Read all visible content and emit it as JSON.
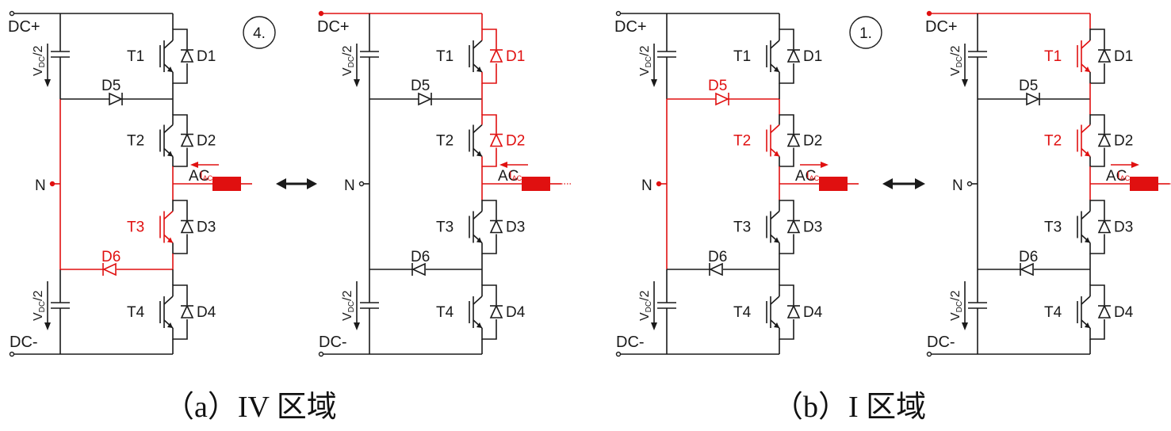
{
  "colors": {
    "normal": "#1a1a1a",
    "highlight": "#e01010"
  },
  "labels": {
    "dc_plus": "DC+",
    "dc_minus": "DC-",
    "neutral": "N",
    "ac": "AC",
    "vdc": "V",
    "vdc_sub": "DC",
    "vdc_tail": "/2",
    "iac": "I",
    "iac_sub": "AC",
    "T1": "T1",
    "T2": "T2",
    "T3": "T3",
    "T4": "T4",
    "D1": "D1",
    "D2": "D2",
    "D3": "D3",
    "D4": "D4",
    "D5": "D5",
    "D6": "D6"
  },
  "captions": {
    "a": "（a）IV 区域",
    "b": "（b）I 区域"
  },
  "circuits": [
    {
      "step": "4.",
      "iac_dir": "left",
      "red": [
        "T3",
        "D6",
        "N",
        "ac"
      ]
    },
    {
      "step": "",
      "iac_dir": "left",
      "red": [
        "D1",
        "D2",
        "dcplus",
        "ac"
      ]
    },
    {
      "step": "1.",
      "iac_dir": "right",
      "red": [
        "T2",
        "D5",
        "N",
        "ac"
      ]
    },
    {
      "step": "",
      "iac_dir": "right",
      "red": [
        "T1",
        "T2",
        "dcplus",
        "ac"
      ]
    }
  ],
  "arrows": [
    {
      "symbol": "double-arrow"
    },
    {
      "symbol": "double-arrow"
    }
  ]
}
